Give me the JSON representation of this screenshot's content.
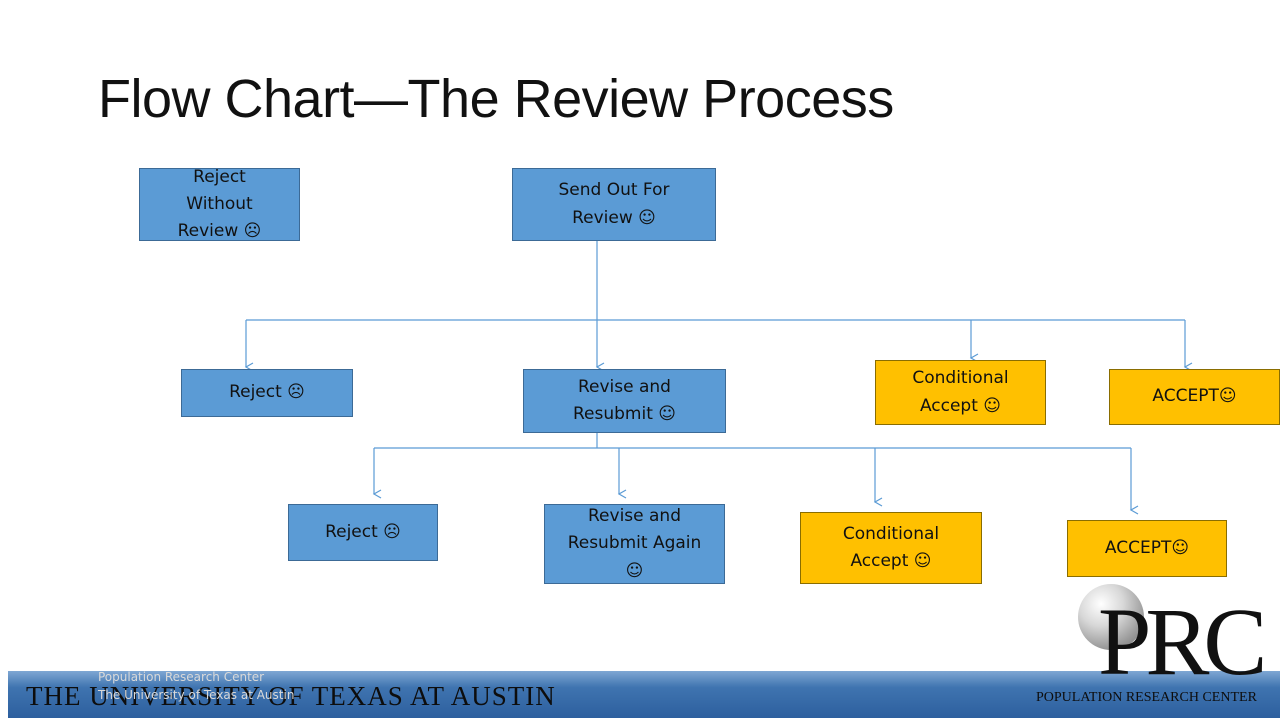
{
  "title": "Flow Chart—The Review Process",
  "nodes": {
    "reject_without_review": {
      "lines": [
        "Reject",
        "Without",
        "Review ☹"
      ]
    },
    "send_out": {
      "lines": [
        "Send Out For",
        "Review ☺"
      ]
    },
    "reject_1": {
      "lines": [
        "Reject ☹"
      ]
    },
    "revise_1": {
      "lines": [
        "Revise and",
        "Resubmit ☺"
      ]
    },
    "conditional_1": {
      "lines": [
        "Conditional",
        "Accept ☺"
      ]
    },
    "accept_1": {
      "lines": [
        "ACCEPT☺"
      ]
    },
    "reject_2": {
      "lines": [
        "Reject ☹"
      ]
    },
    "revise_2": {
      "lines": [
        "Revise and",
        "Resubmit Again",
        "☺"
      ]
    },
    "conditional_2": {
      "lines": [
        "Conditional",
        "Accept ☺"
      ]
    },
    "accept_2": {
      "lines": [
        "ACCEPT☺"
      ]
    }
  },
  "footer": {
    "university": "THE UNIVERSITY OF TEXAS AT AUSTIN",
    "center_line1": "Population Research Center",
    "center_line2": "The University of Texas at Austin"
  },
  "logo": {
    "mark": "PRC",
    "caption": "POPULATION RESEARCH CENTER"
  },
  "colors": {
    "node_blue": "#5b9bd5",
    "node_gold": "#ffc000",
    "connector": "#5b9bd5"
  }
}
